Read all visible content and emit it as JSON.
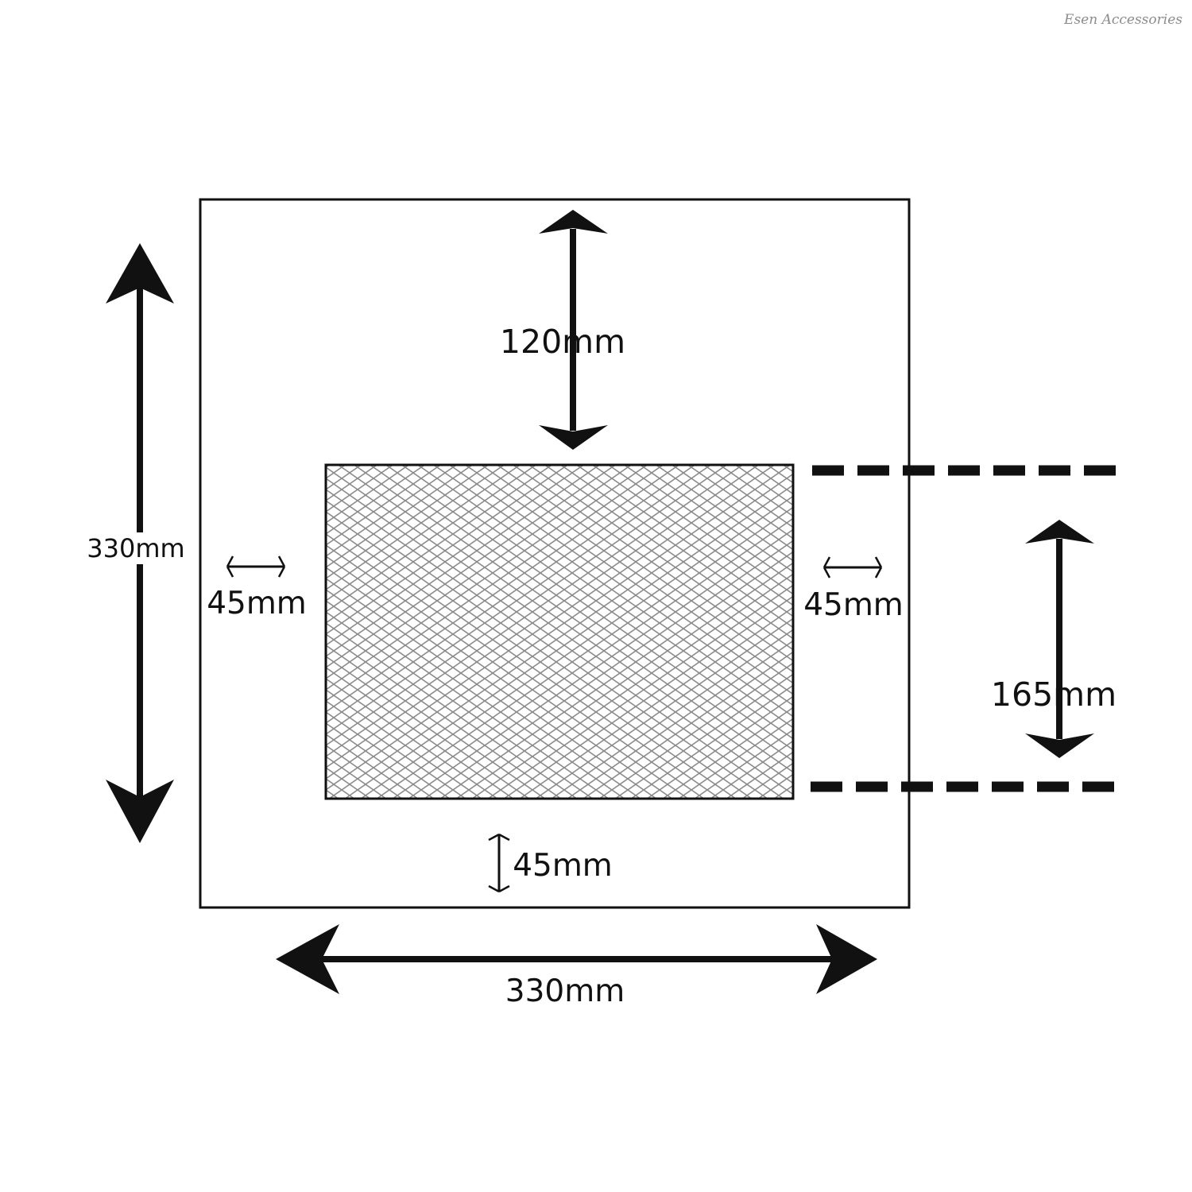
{
  "watermark": "Esen Accessories",
  "dimensions": {
    "outer_width": "330mm",
    "outer_height": "330mm",
    "top_margin": "120mm",
    "left_margin": "45mm",
    "right_margin": "45mm",
    "bottom_margin": "45mm",
    "mesh_height": "165mm"
  },
  "colors": {
    "line": "#111111",
    "mesh": "#8a8a8a",
    "background": "#ffffff"
  }
}
